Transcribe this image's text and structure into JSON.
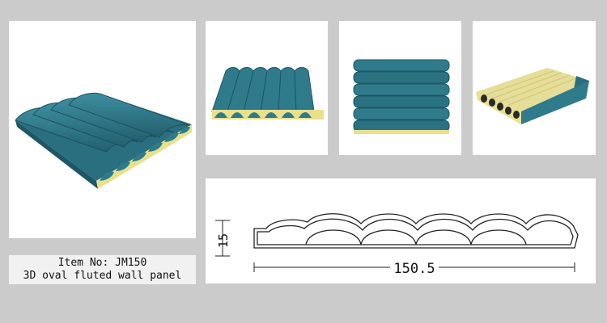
{
  "caption": {
    "item_no": "Item No: JM150",
    "description": "3D oval fluted wall panel"
  },
  "dimensions": {
    "height": "15",
    "width": "150.5"
  },
  "colors": {
    "background": "#cbcbcb",
    "panel_blue": "#2f7b8c",
    "panel_blue_dark": "#1f5a68",
    "core_yellow": "#e9e08e",
    "card": "#ffffff"
  }
}
